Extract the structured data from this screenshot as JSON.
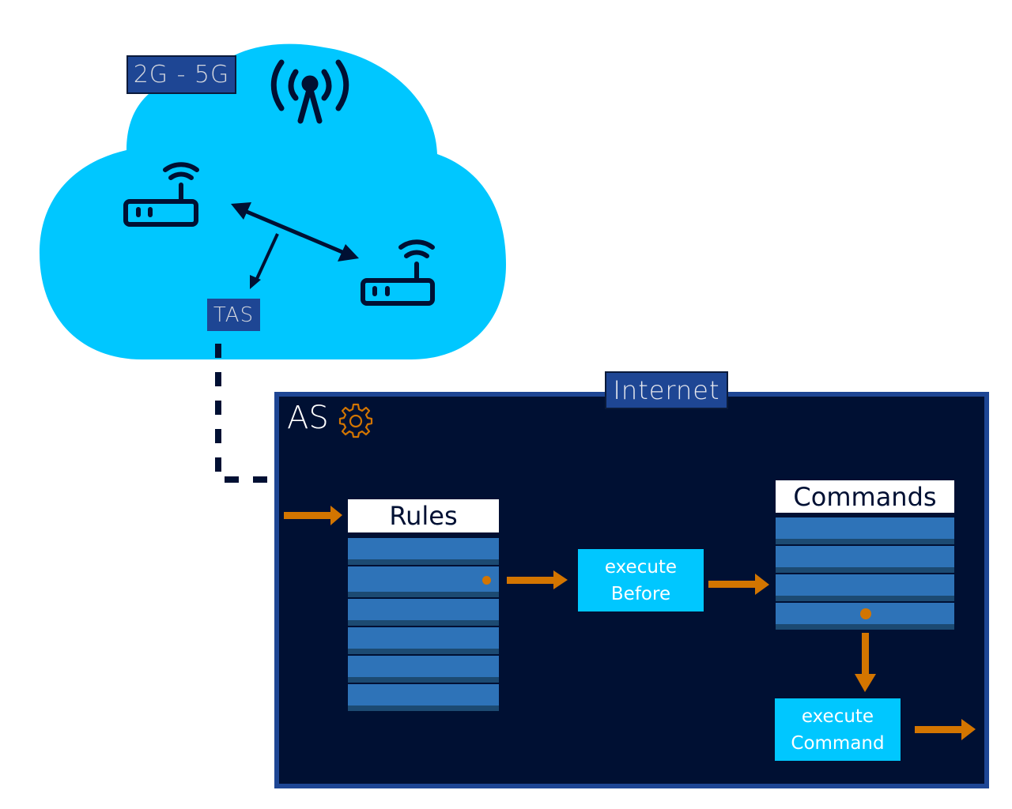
{
  "diagram": {
    "network_label": "2G - 5G",
    "tas_label": "TAS",
    "internet_label": "Internet",
    "as_title": "AS",
    "rules": {
      "title": "Rules",
      "row_count": 6,
      "highlighted_row": 2
    },
    "commands": {
      "title": "Commands",
      "row_count": 4,
      "highlighted_row": 4
    },
    "execute_before": {
      "line1": "execute",
      "line2": "Before"
    },
    "execute_command": {
      "line1": "execute",
      "line2": "Command"
    },
    "icons": [
      "antenna-icon",
      "router-icon",
      "router-icon",
      "gear-icon"
    ],
    "colors": {
      "cloud": "#00c7ff",
      "navy": "#001033",
      "badge_blue": "#1e4694",
      "row_blue": "#2e73b8",
      "row_shadow": "#1c4a72",
      "arrow_orange": "#d37500",
      "exec_box": "#00c7ff"
    }
  }
}
